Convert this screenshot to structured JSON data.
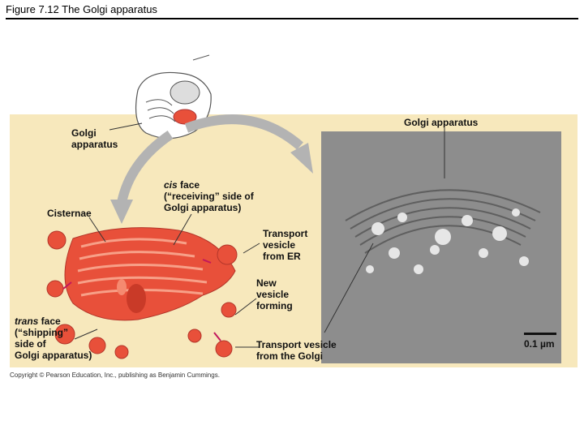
{
  "slide": {
    "title": "Figure 7.12  The Golgi apparatus"
  },
  "labels": {
    "golgi_cell": [
      "Golgi",
      "apparatus"
    ],
    "golgi_micro": "Golgi apparatus",
    "cis_face": {
      "italic": "cis",
      "rest": " face",
      "line2": "(“receiving” side of",
      "line3": "Golgi apparatus)"
    },
    "cisternae": "Cisternae",
    "transport_er": [
      "Transport",
      "vesicle",
      "from ER"
    ],
    "new_vesicle": [
      "New",
      "vesicle",
      "forming"
    ],
    "trans_face": {
      "italic": "trans",
      "rest": " face",
      "line2": "(“shipping”",
      "line3": "side of",
      "line4": "Golgi apparatus)"
    },
    "transport_golgi": [
      "Transport vesicle",
      "from the Golgi"
    ],
    "scale_bar": "0.1 µm"
  },
  "copyright": "Copyright © Pearson Education, Inc., publishing as Benjamin Cummings.",
  "colors": {
    "panel": "#f7e8bc",
    "golgi": "#e8503a",
    "golgi_light": "#f58a70",
    "micrograph": "#8d8d8d",
    "arrow": "#b3b3b3"
  }
}
